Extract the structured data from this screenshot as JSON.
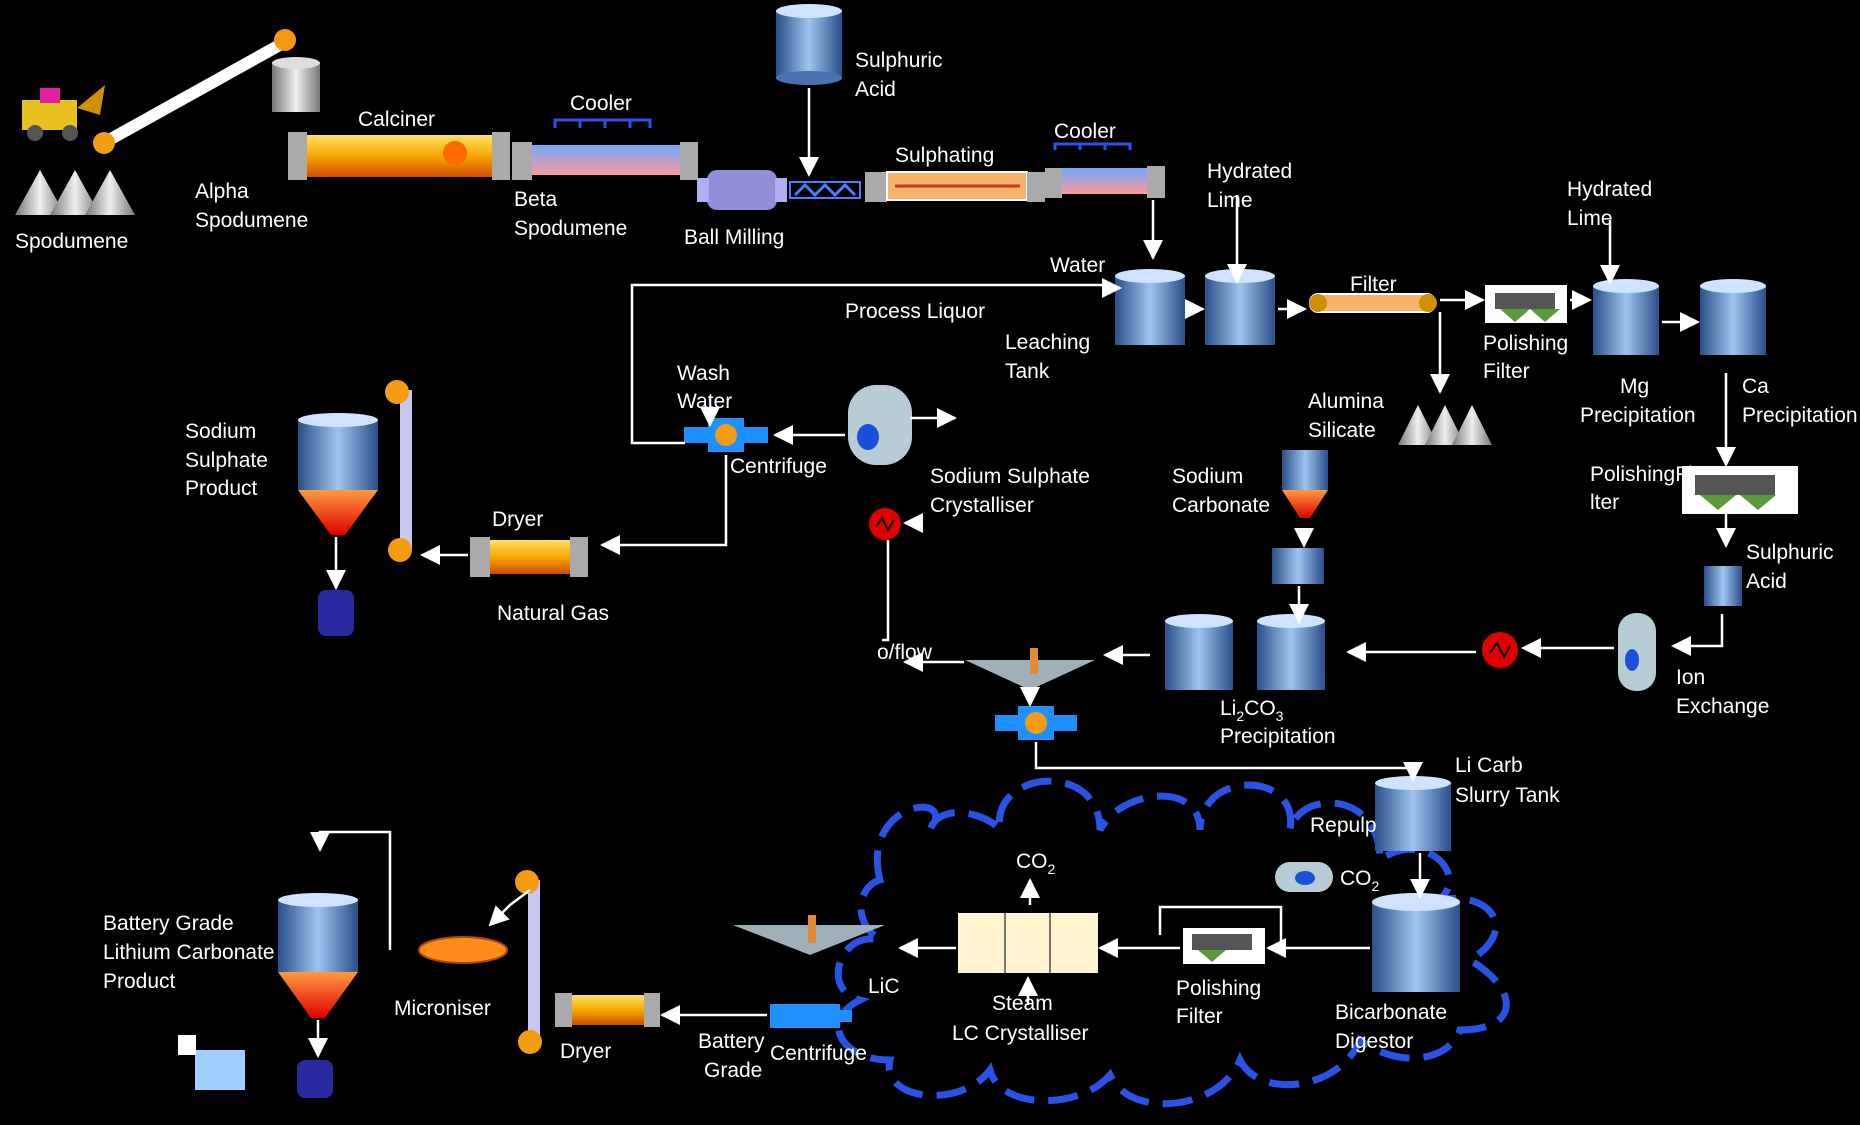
{
  "labels": {
    "spodumene": "Spodumene",
    "alpha1": "Alpha",
    "alpha2": "Spodumene",
    "calciner": "Calciner",
    "cooler1": "Cooler",
    "beta1": "Beta",
    "beta2": "Spodumene",
    "ball_milling": "Ball Milling",
    "sulphuric_acid_top1": "Sulphuric",
    "sulphuric_acid_top2": "Acid",
    "sulphating": "Sulphating",
    "cooler2": "Cooler",
    "hydrated_lime1a": "Hydrated",
    "hydrated_lime1b": "Lime",
    "hydrated_lime2a": "Hydrated",
    "hydrated_lime2b": "Lime",
    "water": "Water",
    "process_liquor": "Process Liquor",
    "leaching1": "Leaching",
    "leaching2": "Tank",
    "filter": "Filter",
    "polishing_filter1a": "Polishing",
    "polishing_filter1b": "Filter",
    "mg1": "Mg",
    "mg2": "Precipitation",
    "ca1": "Ca",
    "ca2": "Precipitation",
    "wash1": "Wash",
    "wash2": "Water",
    "centrifuge1": "Centrifuge",
    "sodium_sulphate_product1": "Sodium",
    "sodium_sulphate_product2": "Sulphate",
    "sodium_sulphate_product3": "Product",
    "nss_cryst1": "Sodium Sulphate",
    "nss_cryst2": "Crystalliser",
    "alumina1": "Alumina",
    "alumina2": "Silicate",
    "sodium_carbonate1": "Sodium",
    "sodium_carbonate2": "Carbonate",
    "polishing_filter2a": "PolishingFi",
    "polishing_filter2b": "lter",
    "dryer1": "Dryer",
    "natural_gas": "Natural Gas",
    "sulphuric_acid_right1": "Sulphuric",
    "sulphuric_acid_right2": "Acid",
    "overflow": "o/flow",
    "li2co3_formula_a": "Li",
    "li2co3_formula_b": "2",
    "li2co3_formula_c": "CO",
    "li2co3_formula_d": "3",
    "li2co3_precip": "Precipitation",
    "ion_exchange1": "Ion",
    "ion_exchange2": "Exchange",
    "li_carb1": "Li Carb",
    "li_carb2": "Slurry Tank",
    "repulp": "Repulp",
    "co2_a_top": "CO",
    "co2_b_top": "2",
    "co2_a_right": "CO",
    "co2_b_right": "2",
    "battery_lc1": "Battery Grade",
    "battery_lc2": "Lithium Carbonate",
    "battery_lc3": "Product",
    "micro": "Microniser",
    "dryer2": "Dryer",
    "battery_grade1": "Battery",
    "battery_grade2": "Grade",
    "centrifuge2": "Centrifuge",
    "lic": "LiC",
    "steam": "Steam",
    "lc_cryst": "LC Crystalliser",
    "polishing_filter3a": "Polishing",
    "polishing_filter3b": "Filter",
    "bicarb1": "Bicarbonate",
    "bicarb2": "Digestor"
  },
  "colors": {
    "background": "#000000",
    "line": "#ffffff",
    "tank_blue": "#7aa6d6",
    "kiln_orange": "#f7a800",
    "cloud_blue": "#2a52e6",
    "heater_red": "#e00000",
    "centrifuge_blue": "#1e90ff"
  }
}
